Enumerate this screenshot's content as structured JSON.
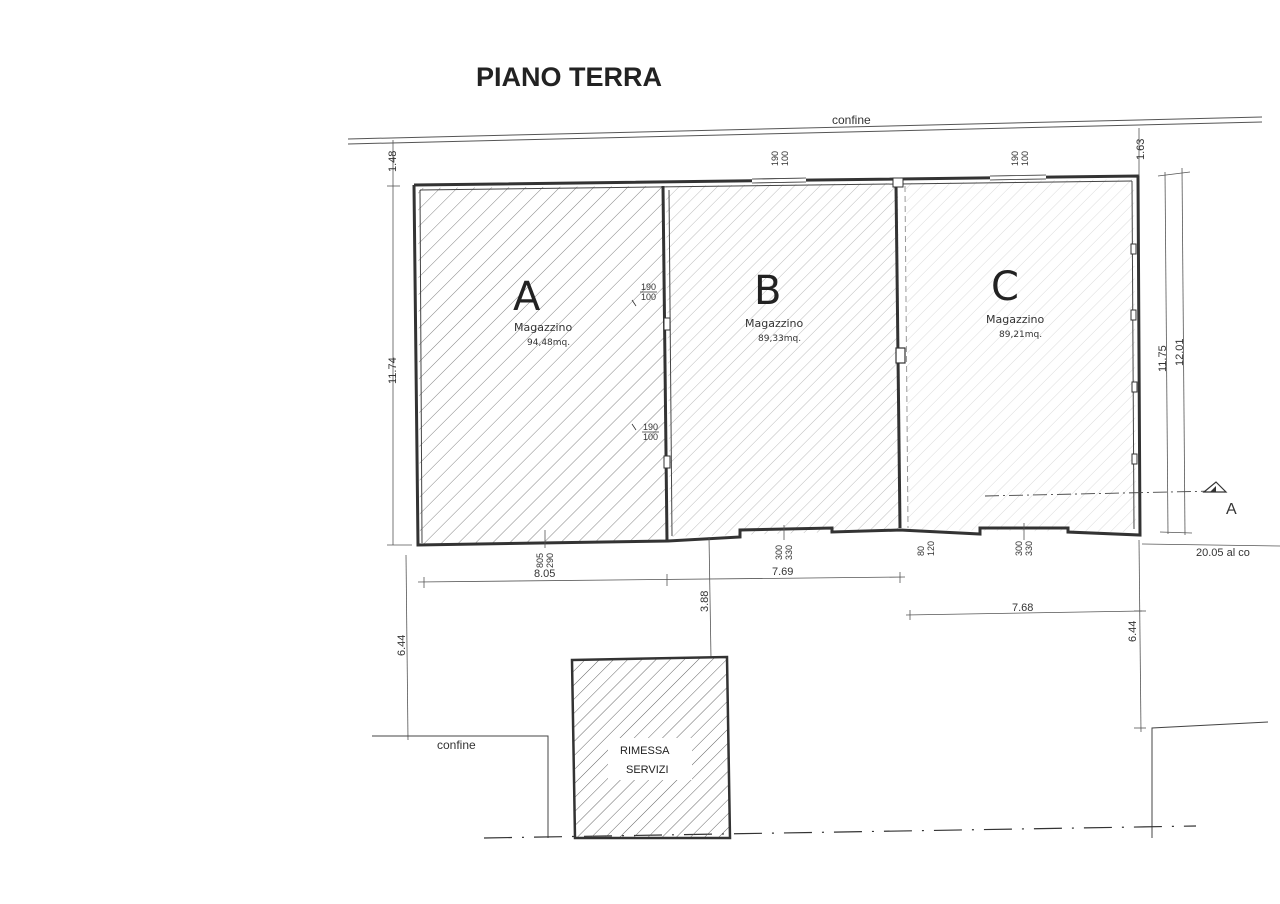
{
  "title": "PIANO TERRA",
  "boundary_label_top": "confine",
  "boundary_label_bottom": "confine",
  "rooms": [
    {
      "letter": "A",
      "name": "Magazzino",
      "area": "94,48mq."
    },
    {
      "letter": "B",
      "name": "Magazzino",
      "area": "89,33mq."
    },
    {
      "letter": "C",
      "name": "Magazzino",
      "area": "89,21mq."
    }
  ],
  "annex": {
    "line1": "RIMESSA",
    "line2": "SERVIZI"
  },
  "section_marker": "A",
  "dimensions": {
    "left_offset_top": "1.48",
    "right_offset_top": "1.63",
    "depth_left": "11.74",
    "depth_right_inner": "11.75",
    "depth_right_outer": "12.01",
    "width_a": "8.05",
    "width_b": "7.69",
    "width_c": "7.68",
    "annex_distance": "3.88",
    "rear_left": "6.44",
    "rear_right": "6.44",
    "far_right": "20.05 al co"
  },
  "openings": {
    "top_b": {
      "w": "190",
      "h": "100"
    },
    "top_c": {
      "w": "190",
      "h": "100"
    },
    "mid_upper": {
      "w": "190",
      "h": "100"
    },
    "mid_lower": {
      "w": "190",
      "h": "100"
    },
    "bottom_a": {
      "w": "805",
      "h": "290"
    },
    "bottom_b": {
      "w": "300",
      "h": "330"
    },
    "bottom_mid": {
      "w": "80",
      "h": "120"
    },
    "bottom_c": {
      "w": "300",
      "h": "330"
    }
  },
  "colors": {
    "ink": "#333333",
    "hatch_a": "#777777",
    "hatch_b": "#9a9a9a",
    "hatch_c": "#bbbbbb"
  }
}
